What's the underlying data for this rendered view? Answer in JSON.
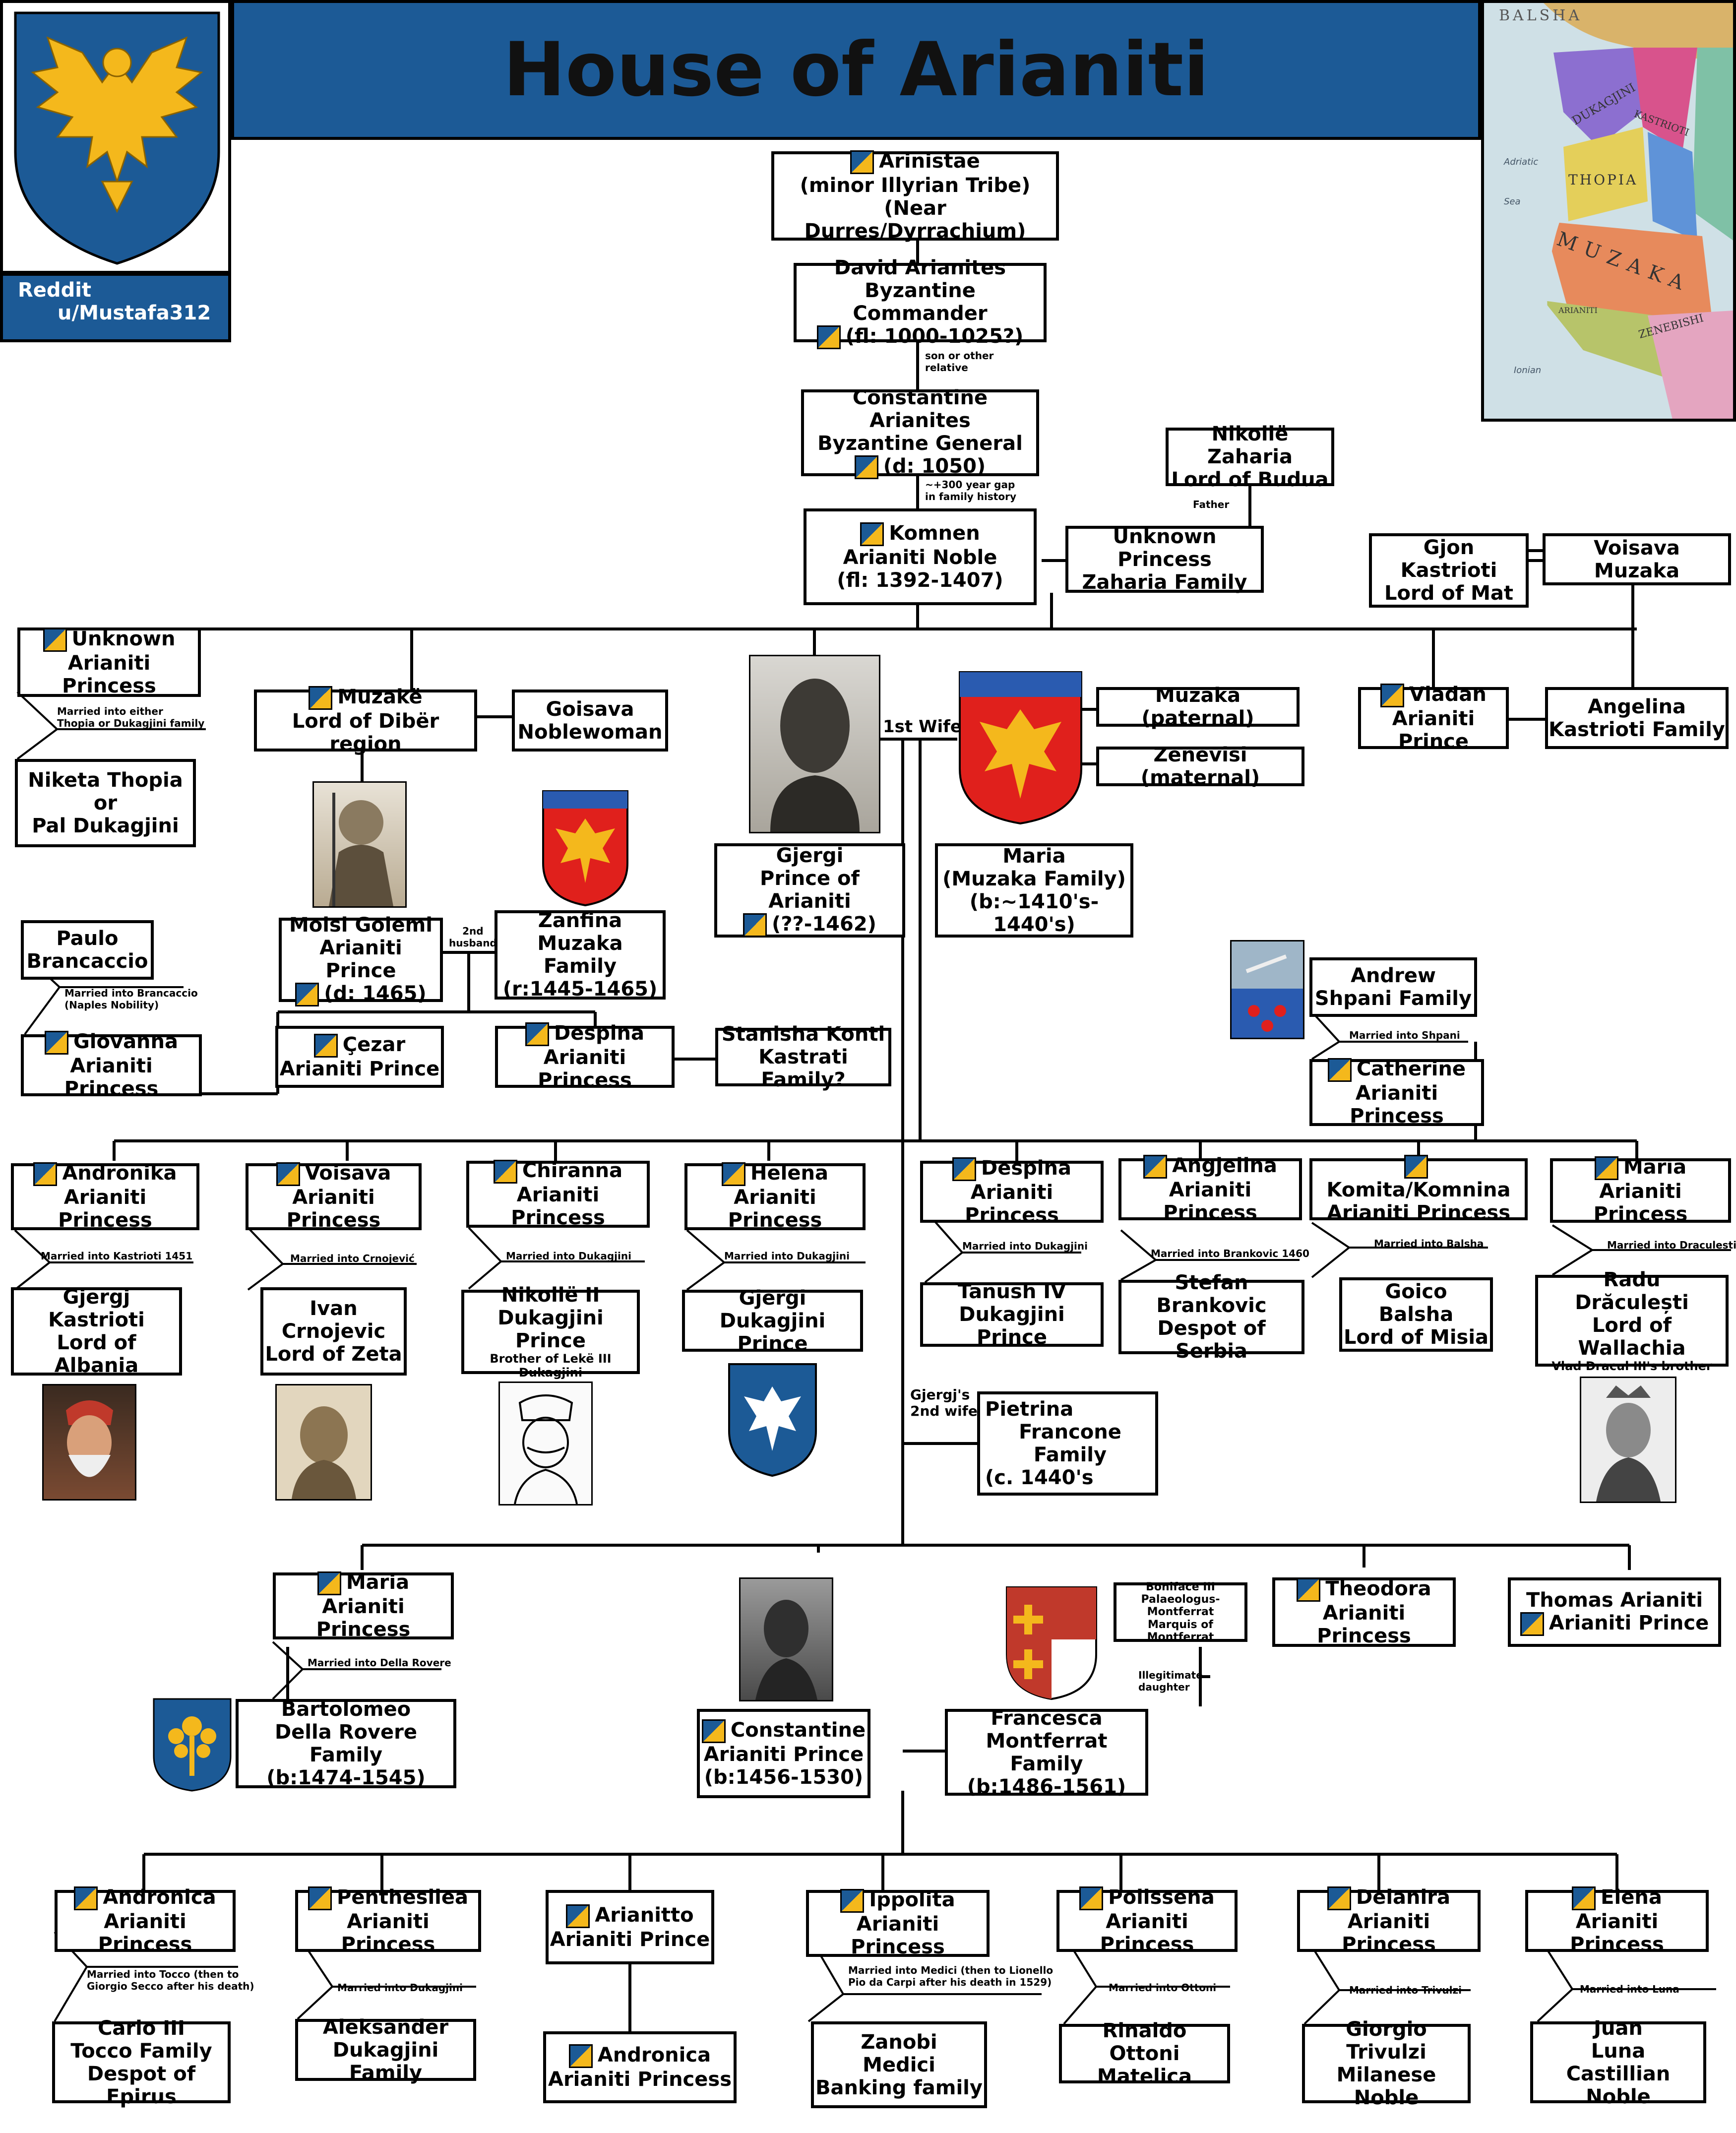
{
  "title": "House of Arianiti",
  "credit": {
    "line1": "Reddit",
    "line2": "u/Mustafa312"
  },
  "map_labels": {
    "balsha": "BALSHA",
    "dukagjini": "DUKAGJINI",
    "kastrioti": "KASTRIOTI",
    "thopia": "THOPIA",
    "muzaka": "MUZAKA",
    "zenebishi": "ZENEBISHI",
    "arianiti": "ARIANITI",
    "adriatic": "Adriatic",
    "sea": "Sea",
    "ionian": "Ionian"
  },
  "people": {
    "arinistae": [
      "Arinistae",
      "(minor Illyrian Tribe)",
      "(Near Durres/Dyrrachium)"
    ],
    "david": [
      "David Arianites",
      "Byzantine Commander",
      "(fl: 1000-1025?)"
    ],
    "constantine_old": [
      "Constantine Arianites",
      "Byzantine General",
      "(d: 1050)"
    ],
    "komnen": [
      "Komnen",
      "Arianiti Noble",
      "(fl: 1392-1407)"
    ],
    "nikolle_zaharia": [
      "Nikollë Zaharia",
      "Lord of Budua"
    ],
    "unknown_princess_z": [
      "Unknown Princess",
      "Zaharia Family"
    ],
    "gjon": [
      "Gjon",
      "Kastrioti",
      "Lord of Mat"
    ],
    "voisava_muzaka": [
      "Voisava",
      "Muzaka"
    ],
    "unknown_ar": [
      "Unknown",
      "Arianiti Princess"
    ],
    "niketa": [
      "Niketa Thopia",
      "or",
      "Pal Dukagjini"
    ],
    "muzake": [
      "Muzakë",
      "Lord of Dibër region"
    ],
    "goisava": [
      "Goisava",
      "Noblewoman"
    ],
    "moisi": [
      "Moisi Golemi",
      "Arianiti Prince",
      "(d: 1465)"
    ],
    "zanfina": [
      "Zanfina",
      "Muzaka Family",
      "(r:1445-1465)"
    ],
    "gjergji": [
      "Gjergi",
      "Prince of Arianiti",
      "(??-1462)"
    ],
    "maria_muzaka": [
      "Maria",
      "(Muzaka Family)",
      "(b:~1410's-1440's)"
    ],
    "muzaka_pat": [
      "Muzaka (paternal)"
    ],
    "zenevisi": [
      "Zenevisi (maternal)"
    ],
    "vladan": [
      "Vladan",
      "Arianiti Prince"
    ],
    "angelina": [
      "Angelina",
      "Kastrioti Family"
    ],
    "paulo": [
      "Paulo",
      "Brancaccio"
    ],
    "giovanna": [
      "Giovanna",
      "Arianiti Princess"
    ],
    "cezar": [
      "Çezar",
      "Arianiti Prince"
    ],
    "despina1": [
      "Despina",
      "Arianiti Princess"
    ],
    "stanisha": [
      "Stanisha Konti",
      "Kastrati Family?"
    ],
    "andrew": [
      "Andrew",
      "Shpani Family"
    ],
    "catherine": [
      "Catherine",
      "Arianiti Princess"
    ],
    "andronika": [
      "Andronika",
      "Arianiti Princess"
    ],
    "voisava_ar": [
      "Voisava",
      "Arianiti Princess"
    ],
    "chiranna": [
      "Chiranna",
      "Arianiti Princess"
    ],
    "helena": [
      "Helena",
      "Arianiti Princess"
    ],
    "despina2": [
      "Despina",
      "Arianiti Princess"
    ],
    "angjelina": [
      "Angjelina",
      "Arianiti Princess"
    ],
    "komita": [
      "Komita/Komnina",
      "Arianiti Princess"
    ],
    "maria_ar1": [
      "Maria",
      "Arianiti Princess"
    ],
    "gjergj_k": [
      "Gjergj",
      "Kastrioti",
      "Lord of Albania"
    ],
    "ivan": [
      "Ivan",
      "Crnojevic",
      "Lord of Zeta"
    ],
    "nikolle2": [
      "Nikollë II",
      "Dukagjini Prince",
      "Brother of Lekë III Dukagjini"
    ],
    "gjergi_d": [
      "Gjergi",
      "Dukagjini Prince"
    ],
    "tanush": [
      "Tanush IV",
      "Dukagjini  Prince"
    ],
    "stefan": [
      "Stefan",
      "Brankovic",
      "Despot of Serbia"
    ],
    "goico": [
      "Goico",
      "Balsha",
      "Lord of Misia"
    ],
    "radu": [
      "Radu",
      "Drăculești",
      "Lord of Wallachia",
      "Vlad Dracul III's brother"
    ],
    "pietrina": [
      "Pietrina",
      "Francone Family",
      "(c. 1440's"
    ],
    "maria_ar2": [
      "Maria",
      "Arianiti Princess"
    ],
    "bartolomeo": [
      "Bartolomeo",
      "Della Rovere Family",
      "(b:1474-1545)"
    ],
    "constantine": [
      "Constantine",
      "Arianiti Prince",
      "(b:1456-1530)"
    ],
    "francesca": [
      "Francesca",
      "Montferrat Family",
      "(b:1486-1561)"
    ],
    "boniface": [
      "Boniface III",
      "Palaeologus-Montferrat",
      "Marquis of Montferrat"
    ],
    "theodora": [
      "Theodora",
      "Arianiti Princess"
    ],
    "thomas": [
      "Thomas Arianiti",
      "Arianiti Prince"
    ],
    "andronica1": [
      "Andronica",
      "Arianiti Princess"
    ],
    "penthesilea": [
      "Penthesilea",
      "Arianiti Princess"
    ],
    "arianitto": [
      "Arianitto",
      "Arianiti Prince"
    ],
    "ippolita": [
      "Ippolita",
      "Arianiti Princess"
    ],
    "polissena": [
      "Polissena",
      "Arianiti Princess"
    ],
    "deianira": [
      "Deianira",
      "Arianiti Princess"
    ],
    "elena": [
      "Elena",
      "Arianiti Princess"
    ],
    "carlo": [
      "Carlo III",
      "Tocco Family",
      "Despot of Epirus"
    ],
    "aleksander": [
      "Aleksander",
      "Dukagjini Family"
    ],
    "andronica2": [
      "Andronica",
      "Arianiti  Princess"
    ],
    "zanobi": [
      "Zanobi",
      "Medici",
      "Banking family"
    ],
    "rinaldo": [
      "Rinaldo",
      "Ottoni Matelica"
    ],
    "giorgio": [
      "Giorgio",
      "Trivulzi",
      "Milanese Noble"
    ],
    "juan": [
      "Juan",
      "Luna",
      "Castillian Noble"
    ]
  },
  "notes": {
    "son_other": [
      "son or other",
      "relative"
    ],
    "gap": [
      "~+300 year gap",
      "in family history"
    ],
    "father": [
      "Father"
    ],
    "first_wife": [
      "1st Wife"
    ],
    "second_husband": [
      "2nd",
      "husband"
    ],
    "second_wife": [
      "Gjergj's",
      "2nd wife"
    ],
    "illegitimate": [
      "Illegitimate",
      "daughter"
    ]
  },
  "marriages": {
    "thopia": [
      "Married into either",
      "Thopia or Dukagjini family"
    ],
    "brancaccio": [
      "Married into Brancaccio",
      "(Naples Nobility)"
    ],
    "shpani": [
      "Married into Shpani"
    ],
    "kastrioti": [
      "Married into Kastrioti 1451"
    ],
    "crnojevic": [
      "Married into Crnojević"
    ],
    "dukagjini1": [
      "Married into Dukagjini"
    ],
    "dukagjini2": [
      "Married into Dukagjini"
    ],
    "dukagjini3": [
      "Married into Dukagjini"
    ],
    "brankovic": [
      "Married into Brankovic 1460"
    ],
    "balsha": [
      "Married into Balsha"
    ],
    "draculesti": [
      "Married into Draculesti"
    ],
    "della_rovere": [
      "Married into Della Rovere"
    ],
    "tocco": [
      "Married into Tocco (then to",
      "Giorgio Secco after his death)"
    ],
    "dukagjini4": [
      "Married into Dukagjini"
    ],
    "medici": [
      "Married into Medici (then to Lionello",
      "Pio da Carpi after his death in 1529)"
    ],
    "ottoni": [
      "Married into Ottoni"
    ],
    "trivulzi": [
      "Married into Trivulzi"
    ],
    "luna": [
      "Married into Luna"
    ]
  },
  "colors": {
    "banner": "#1c5a96",
    "gold": "#f4b81c",
    "red": "#e0201c",
    "line": "#000000"
  }
}
